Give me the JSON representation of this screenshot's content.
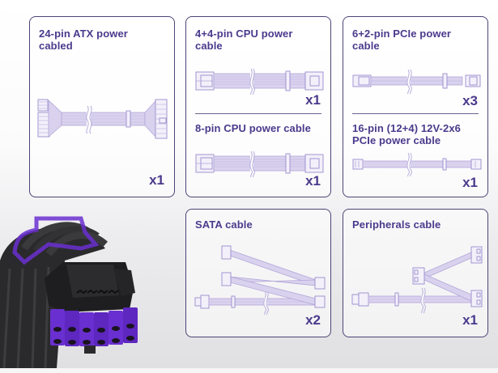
{
  "accent_color": "#4b3a8c",
  "border_color": "#4e4476",
  "cards": [
    {
      "id": "atx24",
      "items": [
        {
          "title": "24-pin ATX power cabled",
          "title_lines": [
            "24-pin ATX power",
            "cabled"
          ],
          "quantity": "x1",
          "icon": "24-pin-atx-cable-icon"
        }
      ]
    },
    {
      "id": "cpu",
      "items": [
        {
          "title": "4+4-pin CPU power cable",
          "title_lines": [
            "4+4-pin CPU power",
            "cable"
          ],
          "quantity": "x1",
          "icon": "cpu-4plus4-cable-icon"
        },
        {
          "title": "8-pin CPU power cable",
          "title_lines": [
            "8-pin CPU power cable"
          ],
          "quantity": "x1",
          "icon": "cpu-8pin-cable-icon"
        }
      ]
    },
    {
      "id": "pcie",
      "items": [
        {
          "title": "6+2-pin PCIe power cable",
          "title_lines": [
            "6+2-pin PCIe power",
            "cable"
          ],
          "quantity": "x3",
          "icon": "pcie-6plus2-cable-icon"
        },
        {
          "title": "16-pin (12+4) 12V-2x6 PCIe power cable",
          "title_lines": [
            "16-pin (12+4) 12V-2x6",
            "PCIe power cable"
          ],
          "quantity": "x1",
          "icon": "pcie-16pin-cable-icon"
        }
      ]
    },
    {
      "id": "sata",
      "items": [
        {
          "title": "SATA cable",
          "title_lines": [
            "SATA cable"
          ],
          "quantity": "x2",
          "icon": "sata-cable-icon"
        }
      ]
    },
    {
      "id": "peripherals",
      "items": [
        {
          "title": "Peripherals cable",
          "title_lines": [
            "Peripherals cable"
          ],
          "quantity": "x1",
          "icon": "peripherals-cable-icon"
        }
      ]
    }
  ],
  "product_photo": {
    "label": "16-pin connector with sleeved black cables and purple terminals",
    "connector_color": "#6a2fd0",
    "cable_color": "#2a2a2c"
  }
}
